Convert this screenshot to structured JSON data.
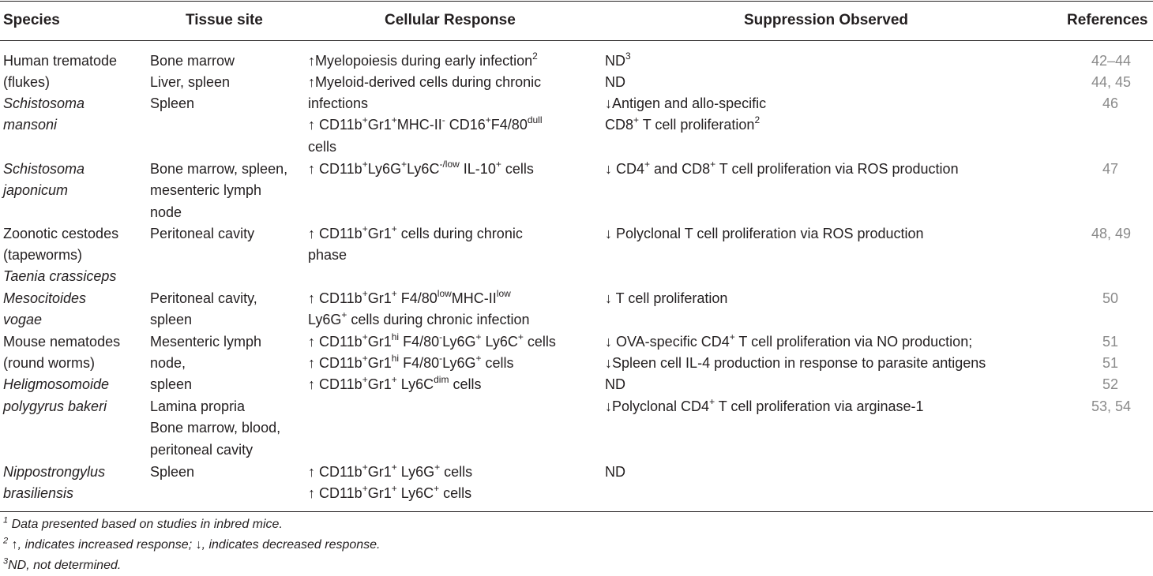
{
  "headers": {
    "species": "Species",
    "tissue": "Tissue site",
    "cellular": "Cellular Response",
    "suppression": "Suppression Observed",
    "references": "References"
  },
  "col_species": [
    "Human trematode",
    "(flukes)",
    "Schistosoma",
    "mansoni",
    "Schistosoma",
    "japonicum",
    "Zoonotic cestodes",
    "(tapeworms)",
    "Taenia crassiceps",
    "Mesocitoides",
    "vogae",
    "Mouse nematodes",
    "(round worms)",
    "Heligmosomoide",
    "polygyrus bakeri",
    "Nippostrongylus",
    "brasiliensis"
  ],
  "col_tissue": [
    "Bone marrow",
    "Liver, spleen",
    "Spleen",
    "Bone marrow, spleen,",
    "mesenteric lymph",
    "node",
    "Peritoneal cavity",
    "Peritoneal cavity,",
    "spleen",
    "Mesenteric lymph",
    "node,",
    "spleen",
    "Lamina propria",
    "Bone marrow, blood,",
    "peritoneal cavity",
    "Spleen"
  ],
  "col_cellular": {
    "r1": "↑Myelopoiesis during early infection",
    "r1_sup": "2",
    "r2": "↑Myeloid-derived cells during chronic",
    "r3": "infections",
    "r4_a": "↑ CD11b",
    "r4_b": "Gr1",
    "r4_c": "MHC-II",
    "r4_d": " CD16",
    "r4_e": "F4/80",
    "r4_sup1": "+",
    "r4_sup2": "+",
    "r4_sup3": "-",
    "r4_sup4": "+",
    "r4_sup5": "dull",
    "r5": "cells",
    "r6_a": "↑ CD11b",
    "r6_b": "Ly6G",
    "r6_c": "Ly6C",
    "r6_d": " IL-10",
    "r6_e": " cells",
    "r6_sup1": "+",
    "r6_sup2": "+",
    "r6_sup3": "-/low",
    "r6_sup4": "+",
    "r7_a": "↑ CD11b",
    "r7_b": "Gr1",
    "r7_c": " cells during chronic",
    "r7_sup1": "+",
    "r7_sup2": "+",
    "r8": "phase",
    "r9_a": "↑ CD11b",
    "r9_b": "Gr1",
    "r9_c": " F4/80",
    "r9_d": "MHC-II",
    "r9_sup1": "+",
    "r9_sup2": "+",
    "r9_sup3": "low",
    "r9_sup4": "low",
    "r10_a": "Ly6G",
    "r10_sup": "+",
    "r10_b": " cells during chronic infection",
    "r11_a": "↑ CD11b",
    "r11_b": "Gr1",
    "r11_c": " F4/80",
    "r11_d": "Ly6G",
    "r11_e": " Ly6C",
    "r11_f": " cells",
    "r11_sup1": "+",
    "r11_sup2": "hi",
    "r11_sup3": "-",
    "r11_sup4": "+",
    "r11_sup5": "+",
    "r12_a": "↑ CD11b",
    "r12_b": "Gr1",
    "r12_c": " F4/80",
    "r12_d": "Ly6G",
    "r12_e": " cells",
    "r12_sup1": "+",
    "r12_sup2": "hi",
    "r12_sup3": "-",
    "r12_sup4": "+",
    "r13_a": "↑ CD11b",
    "r13_b": "Gr1",
    "r13_c": " Ly6C",
    "r13_d": " cells",
    "r13_sup1": "+",
    "r13_sup2": "+",
    "r13_sup3": "dim",
    "r14_a": "↑ CD11b",
    "r14_b": "Gr1",
    "r14_c": " Ly6G",
    "r14_d": " cells",
    "r14_sup1": "+",
    "r14_sup2": "+",
    "r14_sup3": "+",
    "r15_a": "↑ CD11b",
    "r15_b": "Gr1",
    "r15_c": " Ly6C",
    "r15_d": " cells",
    "r15_sup1": "+",
    "r15_sup2": "+",
    "r15_sup3": "+"
  },
  "col_suppression": {
    "s1": "ND",
    "s1_sup": "3",
    "s2": "ND",
    "s3": "↓Antigen and allo-specific",
    "s4_a": "CD8",
    "s4_sup1": "+",
    "s4_b": " T cell proliferation",
    "s4_sup2": "2",
    "s5_a": "↓ CD4",
    "s5_sup1": "+",
    "s5_b": " and CD8",
    "s5_sup2": "+",
    "s5_c": " T cell proliferation via ROS production",
    "s6": "↓ Polyclonal T cell proliferation via ROS production",
    "s7": "↓ T cell proliferation",
    "s8_a": "↓ OVA-specific CD4",
    "s8_sup": "+",
    "s8_b": " T cell proliferation via NO production;",
    "s9": "↓Spleen cell IL-4 production in response to parasite antigens",
    "s10": "ND",
    "s11_a": "↓Polyclonal CD4",
    "s11_sup": "+",
    "s11_b": " T cell proliferation via arginase-1",
    "s12": "ND"
  },
  "col_references": [
    "42–44",
    "44, 45",
    "46",
    "47",
    "48, 49",
    "50",
    "51",
    "51",
    "52",
    "53, 54"
  ],
  "footnotes": {
    "f1_sup": "1",
    "f1": " Data presented based on studies in inbred mice.",
    "f2_sup": "2",
    "f2": " ↑, indicates increased response; ↓, indicates decreased response.",
    "f3_sup": "3",
    "f3": "ND, not determined."
  }
}
